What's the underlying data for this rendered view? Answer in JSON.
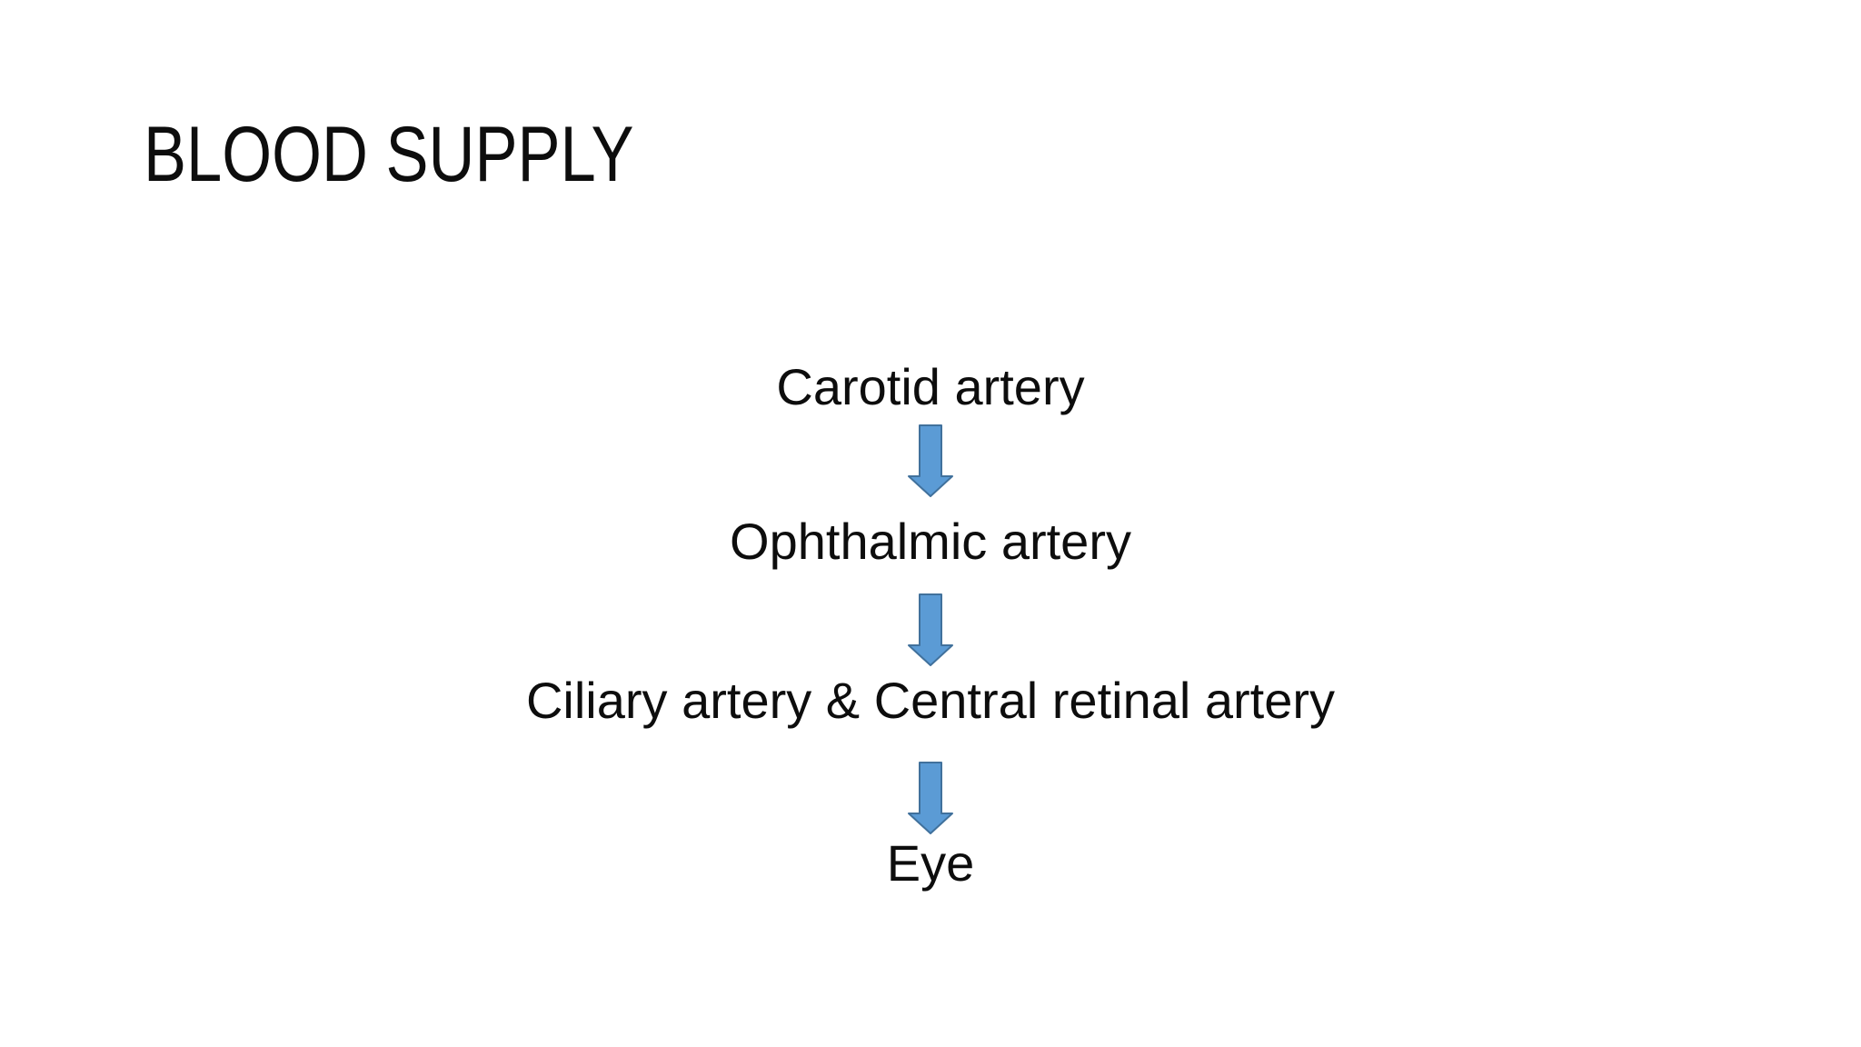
{
  "slide_title": "BLOOD SUPPLY",
  "flow_diagram": {
    "nodes": [
      {
        "label": "Carotid artery"
      },
      {
        "label": "Ophthalmic artery"
      },
      {
        "label": "Ciliary artery & Central retinal artery"
      },
      {
        "label": "Eye"
      }
    ],
    "connector": "down-arrow"
  },
  "colors": {
    "arrow_fill": "#5B9BD5",
    "arrow_stroke": "#41719C",
    "text": "#000000",
    "background": "#FFFFFF"
  }
}
